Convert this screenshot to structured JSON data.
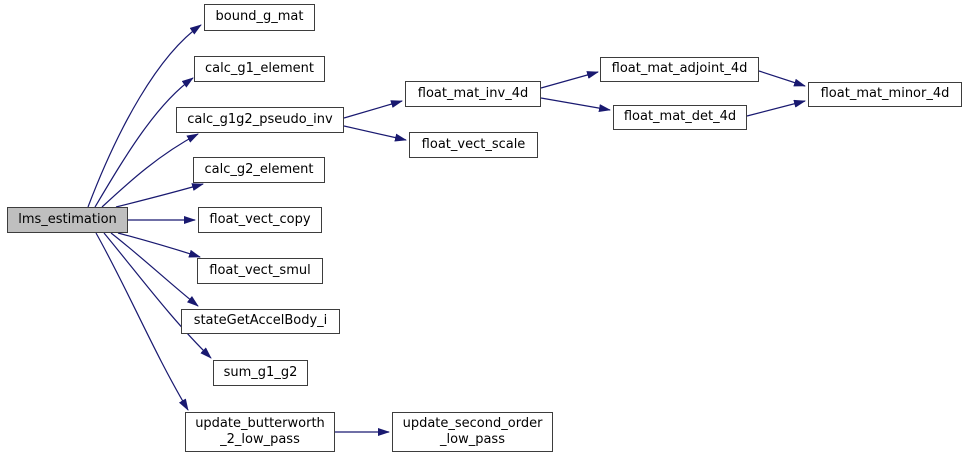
{
  "diagram": {
    "type": "call-graph",
    "background_color": "#ffffff",
    "edge_color": "#191970",
    "node_border_color": "#3d3d3d",
    "node_fill_color": "#ffffff",
    "highlight_node_fill_color": "#bfbfbf",
    "text_color": "#000000",
    "root_node": "lms_estimation"
  },
  "nodes": [
    {
      "id": "lms_estimation",
      "label": "lms_estimation",
      "highlighted": true
    },
    {
      "id": "bound_g_mat",
      "label": "bound_g_mat",
      "highlighted": false
    },
    {
      "id": "calc_g1_element",
      "label": "calc_g1_element",
      "highlighted": false
    },
    {
      "id": "calc_g1g2_pseudo_inv",
      "label": "calc_g1g2_pseudo_inv",
      "highlighted": false
    },
    {
      "id": "calc_g2_element",
      "label": "calc_g2_element",
      "highlighted": false
    },
    {
      "id": "float_vect_copy",
      "label": "float_vect_copy",
      "highlighted": false
    },
    {
      "id": "float_vect_smul",
      "label": "float_vect_smul",
      "highlighted": false
    },
    {
      "id": "stateGetAccelBody_i",
      "label": "stateGetAccelBody_i",
      "highlighted": false
    },
    {
      "id": "sum_g1_g2",
      "label": "sum_g1_g2",
      "highlighted": false
    },
    {
      "id": "update_butterworth_2_low_pass",
      "label": "update_butterworth\n_2_low_pass",
      "highlighted": false
    },
    {
      "id": "float_mat_inv_4d",
      "label": "float_mat_inv_4d",
      "highlighted": false
    },
    {
      "id": "float_vect_scale",
      "label": "float_vect_scale",
      "highlighted": false
    },
    {
      "id": "float_mat_adjoint_4d",
      "label": "float_mat_adjoint_4d",
      "highlighted": false
    },
    {
      "id": "float_mat_det_4d",
      "label": "float_mat_det_4d",
      "highlighted": false
    },
    {
      "id": "float_mat_minor_4d",
      "label": "float_mat_minor_4d",
      "highlighted": false
    },
    {
      "id": "update_second_order_low_pass",
      "label": "update_second_order\n_low_pass",
      "highlighted": false
    }
  ],
  "edges": [
    {
      "from": "lms_estimation",
      "to": "bound_g_mat"
    },
    {
      "from": "lms_estimation",
      "to": "calc_g1_element"
    },
    {
      "from": "lms_estimation",
      "to": "calc_g1g2_pseudo_inv"
    },
    {
      "from": "lms_estimation",
      "to": "calc_g2_element"
    },
    {
      "from": "lms_estimation",
      "to": "float_vect_copy"
    },
    {
      "from": "lms_estimation",
      "to": "float_vect_smul"
    },
    {
      "from": "lms_estimation",
      "to": "stateGetAccelBody_i"
    },
    {
      "from": "lms_estimation",
      "to": "sum_g1_g2"
    },
    {
      "from": "lms_estimation",
      "to": "update_butterworth_2_low_pass"
    },
    {
      "from": "calc_g1g2_pseudo_inv",
      "to": "float_mat_inv_4d"
    },
    {
      "from": "calc_g1g2_pseudo_inv",
      "to": "float_vect_scale"
    },
    {
      "from": "float_mat_inv_4d",
      "to": "float_mat_adjoint_4d"
    },
    {
      "from": "float_mat_inv_4d",
      "to": "float_mat_det_4d"
    },
    {
      "from": "float_mat_adjoint_4d",
      "to": "float_mat_minor_4d"
    },
    {
      "from": "float_mat_det_4d",
      "to": "float_mat_minor_4d"
    },
    {
      "from": "update_butterworth_2_low_pass",
      "to": "update_second_order_low_pass"
    }
  ]
}
